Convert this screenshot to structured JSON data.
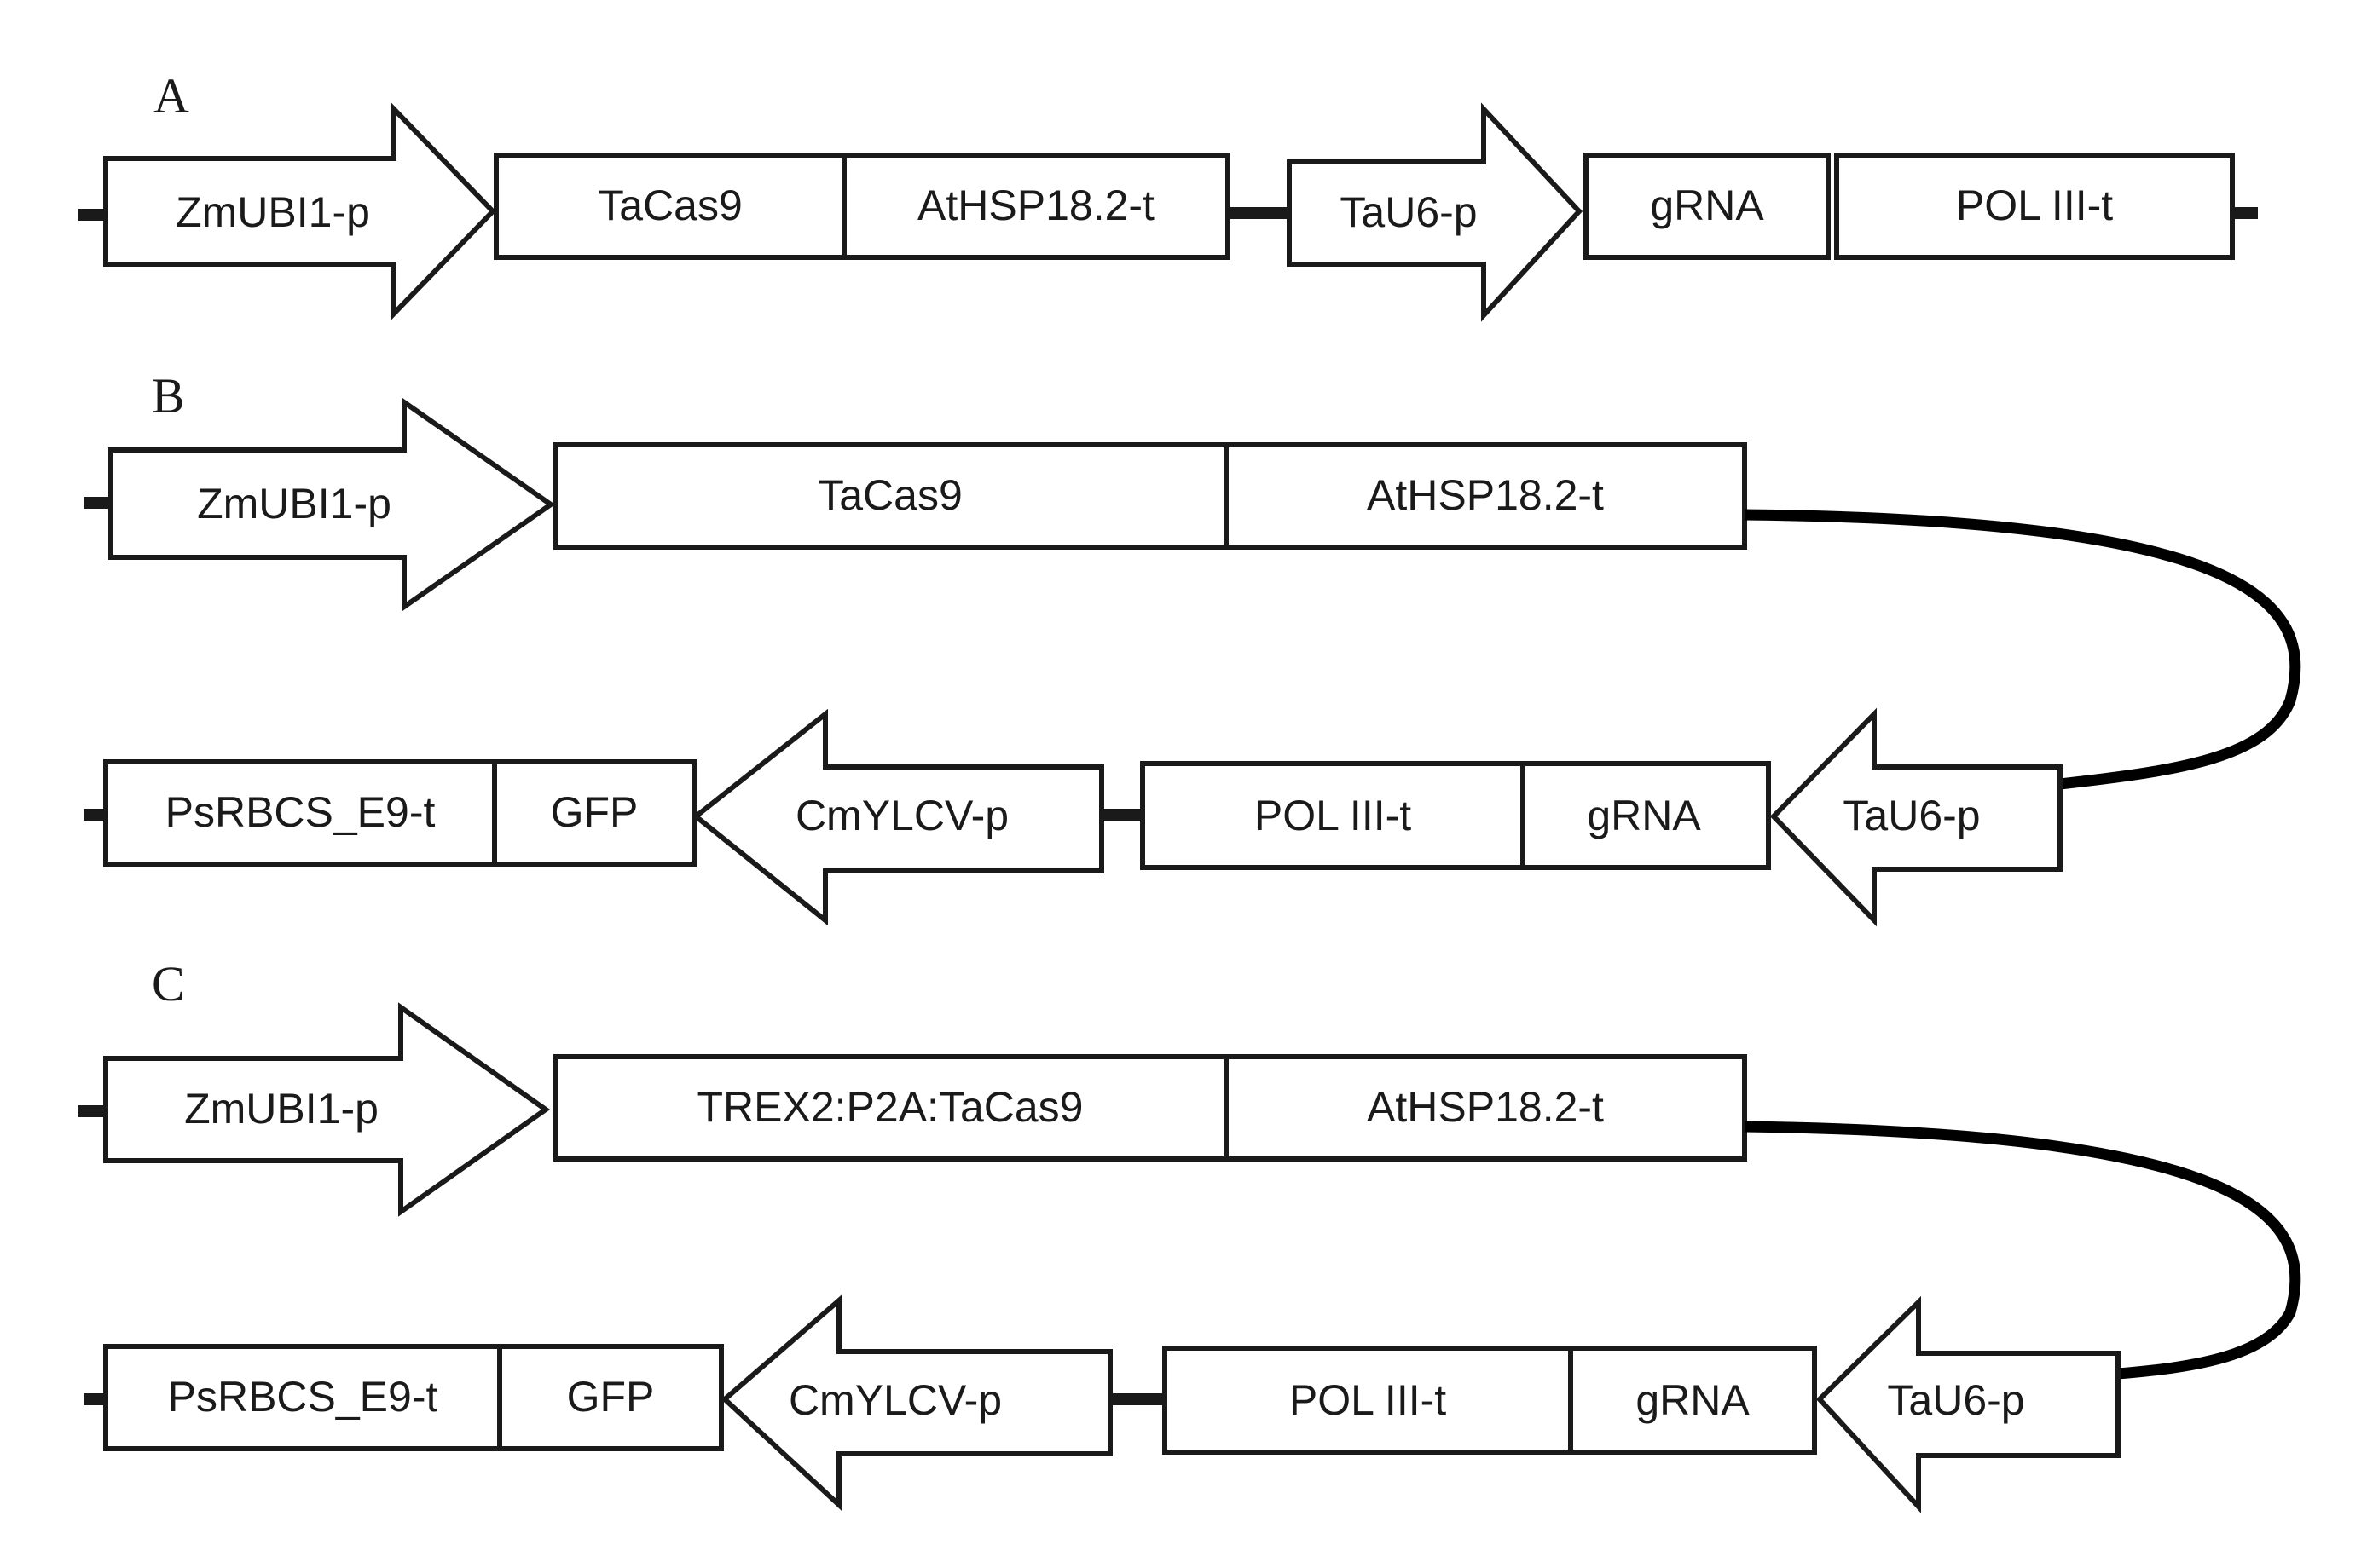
{
  "panels": {
    "A": {
      "letter": "A",
      "elements": [
        "ZmUBI1-p",
        "TaCas9",
        "AtHSP18.2-t",
        "TaU6-p",
        "gRNA",
        "POL III-t"
      ]
    },
    "B": {
      "letter": "B",
      "top_row": [
        "ZmUBI1-p",
        "TaCas9",
        "AtHSP18.2-t"
      ],
      "bottom_row": [
        "PsRBCS_E9-t",
        "GFP",
        "CmYLCV-p",
        "POL III-t",
        "gRNA",
        "TaU6-p"
      ]
    },
    "C": {
      "letter": "C",
      "top_row": [
        "ZmUBI1-p",
        "TREX2:P2A:TaCas9",
        "AtHSP18.2-t"
      ],
      "bottom_row": [
        "PsRBCS_E9-t",
        "GFP",
        "CmYLCV-p",
        "POL III-t",
        "gRNA",
        "TaU6-p"
      ]
    }
  },
  "colors": {
    "stroke": "#1a1a1a",
    "fill": "#ffffff",
    "background": "#ffffff"
  }
}
